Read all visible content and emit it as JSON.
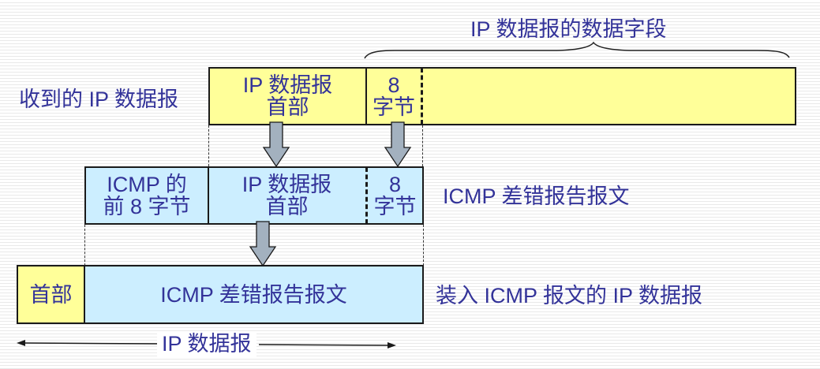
{
  "diagram": {
    "title_data_field": "IP 数据报的数据字段",
    "row1": {
      "label": "收到的 IP 数据报",
      "cells": [
        {
          "line1": "IP 数据报",
          "line2": "首部"
        },
        {
          "line1": "8",
          "line2": "字节"
        },
        {
          "line1": "",
          "line2": ""
        }
      ]
    },
    "row2": {
      "label": "ICMP 差错报告报文",
      "cells": [
        {
          "line1": "ICMP 的",
          "line2": "前 8 字节"
        },
        {
          "line1": "IP 数据报",
          "line2": "首部"
        },
        {
          "line1": "8",
          "line2": "字节"
        }
      ]
    },
    "row3": {
      "label": "装入 ICMP 报文的 IP 数据报",
      "cells": [
        {
          "text": "首部"
        },
        {
          "text": "ICMP 差错报告报文"
        }
      ]
    },
    "bottom_span_label": "IP 数据报",
    "colors": {
      "text": "#333399",
      "yellow_fill": "#ffff99",
      "blue_fill": "#cceeff",
      "arrow_fill": "#a3b1bf",
      "border": "#1a1a1a"
    }
  }
}
